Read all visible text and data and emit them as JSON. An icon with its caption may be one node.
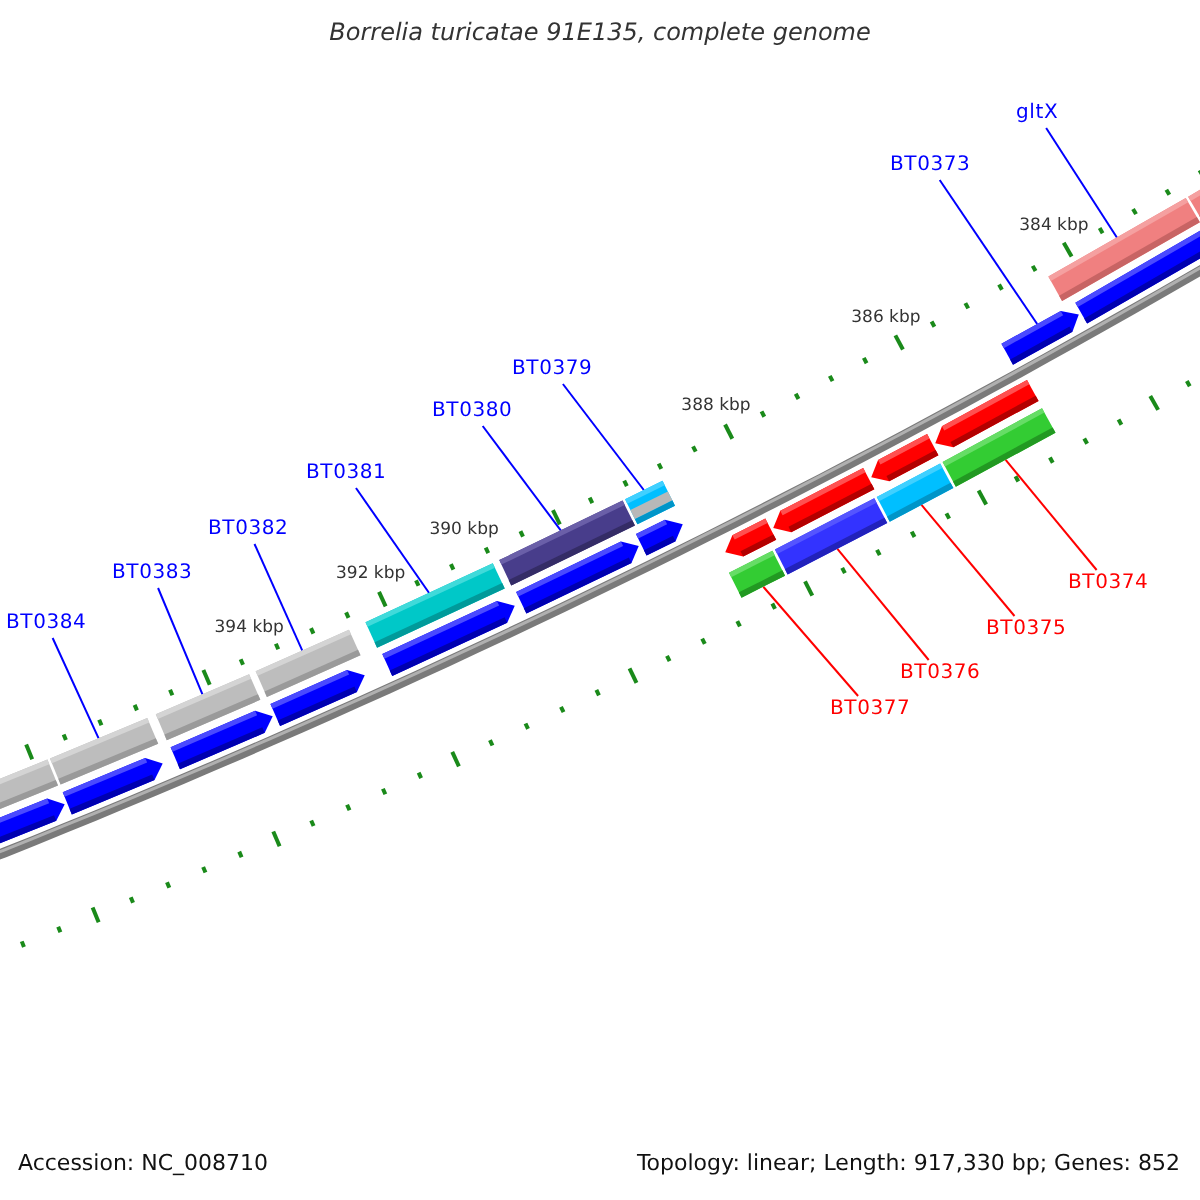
{
  "diagram": {
    "title": "Borrelia turicatae 91E135, complete genome",
    "nodes": [
      {
        "text": [
          "gltX"
        ]
      },
      {
        "text": [
          "BT0373"
        ]
      },
      {
        "text": [
          "BT0379"
        ]
      },
      {
        "text": [
          "BT0380"
        ]
      },
      {
        "text": [
          "BT0381"
        ]
      },
      {
        "text": [
          "BT0382"
        ]
      },
      {
        "text": [
          "BT0383"
        ]
      },
      {
        "text": [
          "BT0384"
        ]
      },
      {
        "text": [
          "BT0374"
        ]
      },
      {
        "text": [
          "BT0375"
        ]
      },
      {
        "text": [
          "BT0376"
        ]
      },
      {
        "text": [
          "BT0377"
        ]
      },
      {
        "text": [],
        "shape": "bar"
      },
      {
        "text": [],
        "shape": "bar"
      },
      {
        "text": [],
        "shape": "bar"
      },
      {
        "text": [],
        "shape": "bar"
      },
      {
        "text": [],
        "shape": "bar"
      },
      {
        "text": [],
        "shape": "bar"
      },
      {
        "text": [],
        "shape": "bar"
      },
      {
        "text": [],
        "shape": "bar"
      },
      {
        "text": [],
        "shape": "bar"
      },
      {
        "text": [],
        "shape": "bar"
      },
      {
        "text": [],
        "shape": "bar"
      },
      {
        "text": [],
        "shape": "bar"
      }
    ],
    "edges": [
      {
        "from": 0,
        "to": 23,
        "arrow": "none"
      },
      {
        "from": 1,
        "to": 22,
        "arrow": "none"
      },
      {
        "from": 2,
        "to": 17,
        "arrow": "none"
      },
      {
        "from": 3,
        "to": 16,
        "arrow": "none"
      },
      {
        "from": 4,
        "to": 15,
        "arrow": "none"
      },
      {
        "from": 5,
        "to": 14,
        "arrow": "none"
      },
      {
        "from": 6,
        "to": 13,
        "arrow": "none"
      },
      {
        "from": 7,
        "to": 12,
        "arrow": "none"
      },
      {
        "from": 8,
        "to": 21,
        "arrow": "none",
        "color": "#ff0000"
      },
      {
        "from": 9,
        "to": 20,
        "arrow": "none",
        "color": "#ff0000"
      },
      {
        "from": 10,
        "to": 19,
        "arrow": "none",
        "color": "#ff0000"
      },
      {
        "from": 11,
        "to": 18,
        "arrow": "none",
        "color": "#ff0000"
      }
    ],
    "labels": [
      "384 kbp",
      "386 kbp",
      "388 kbp",
      "390 kbp",
      "392 kbp",
      "394 kbp",
      "Accession: NC_008710",
      "Topology: linear; Length: 917,330 bp; Genes: 852"
    ]
  }
}
